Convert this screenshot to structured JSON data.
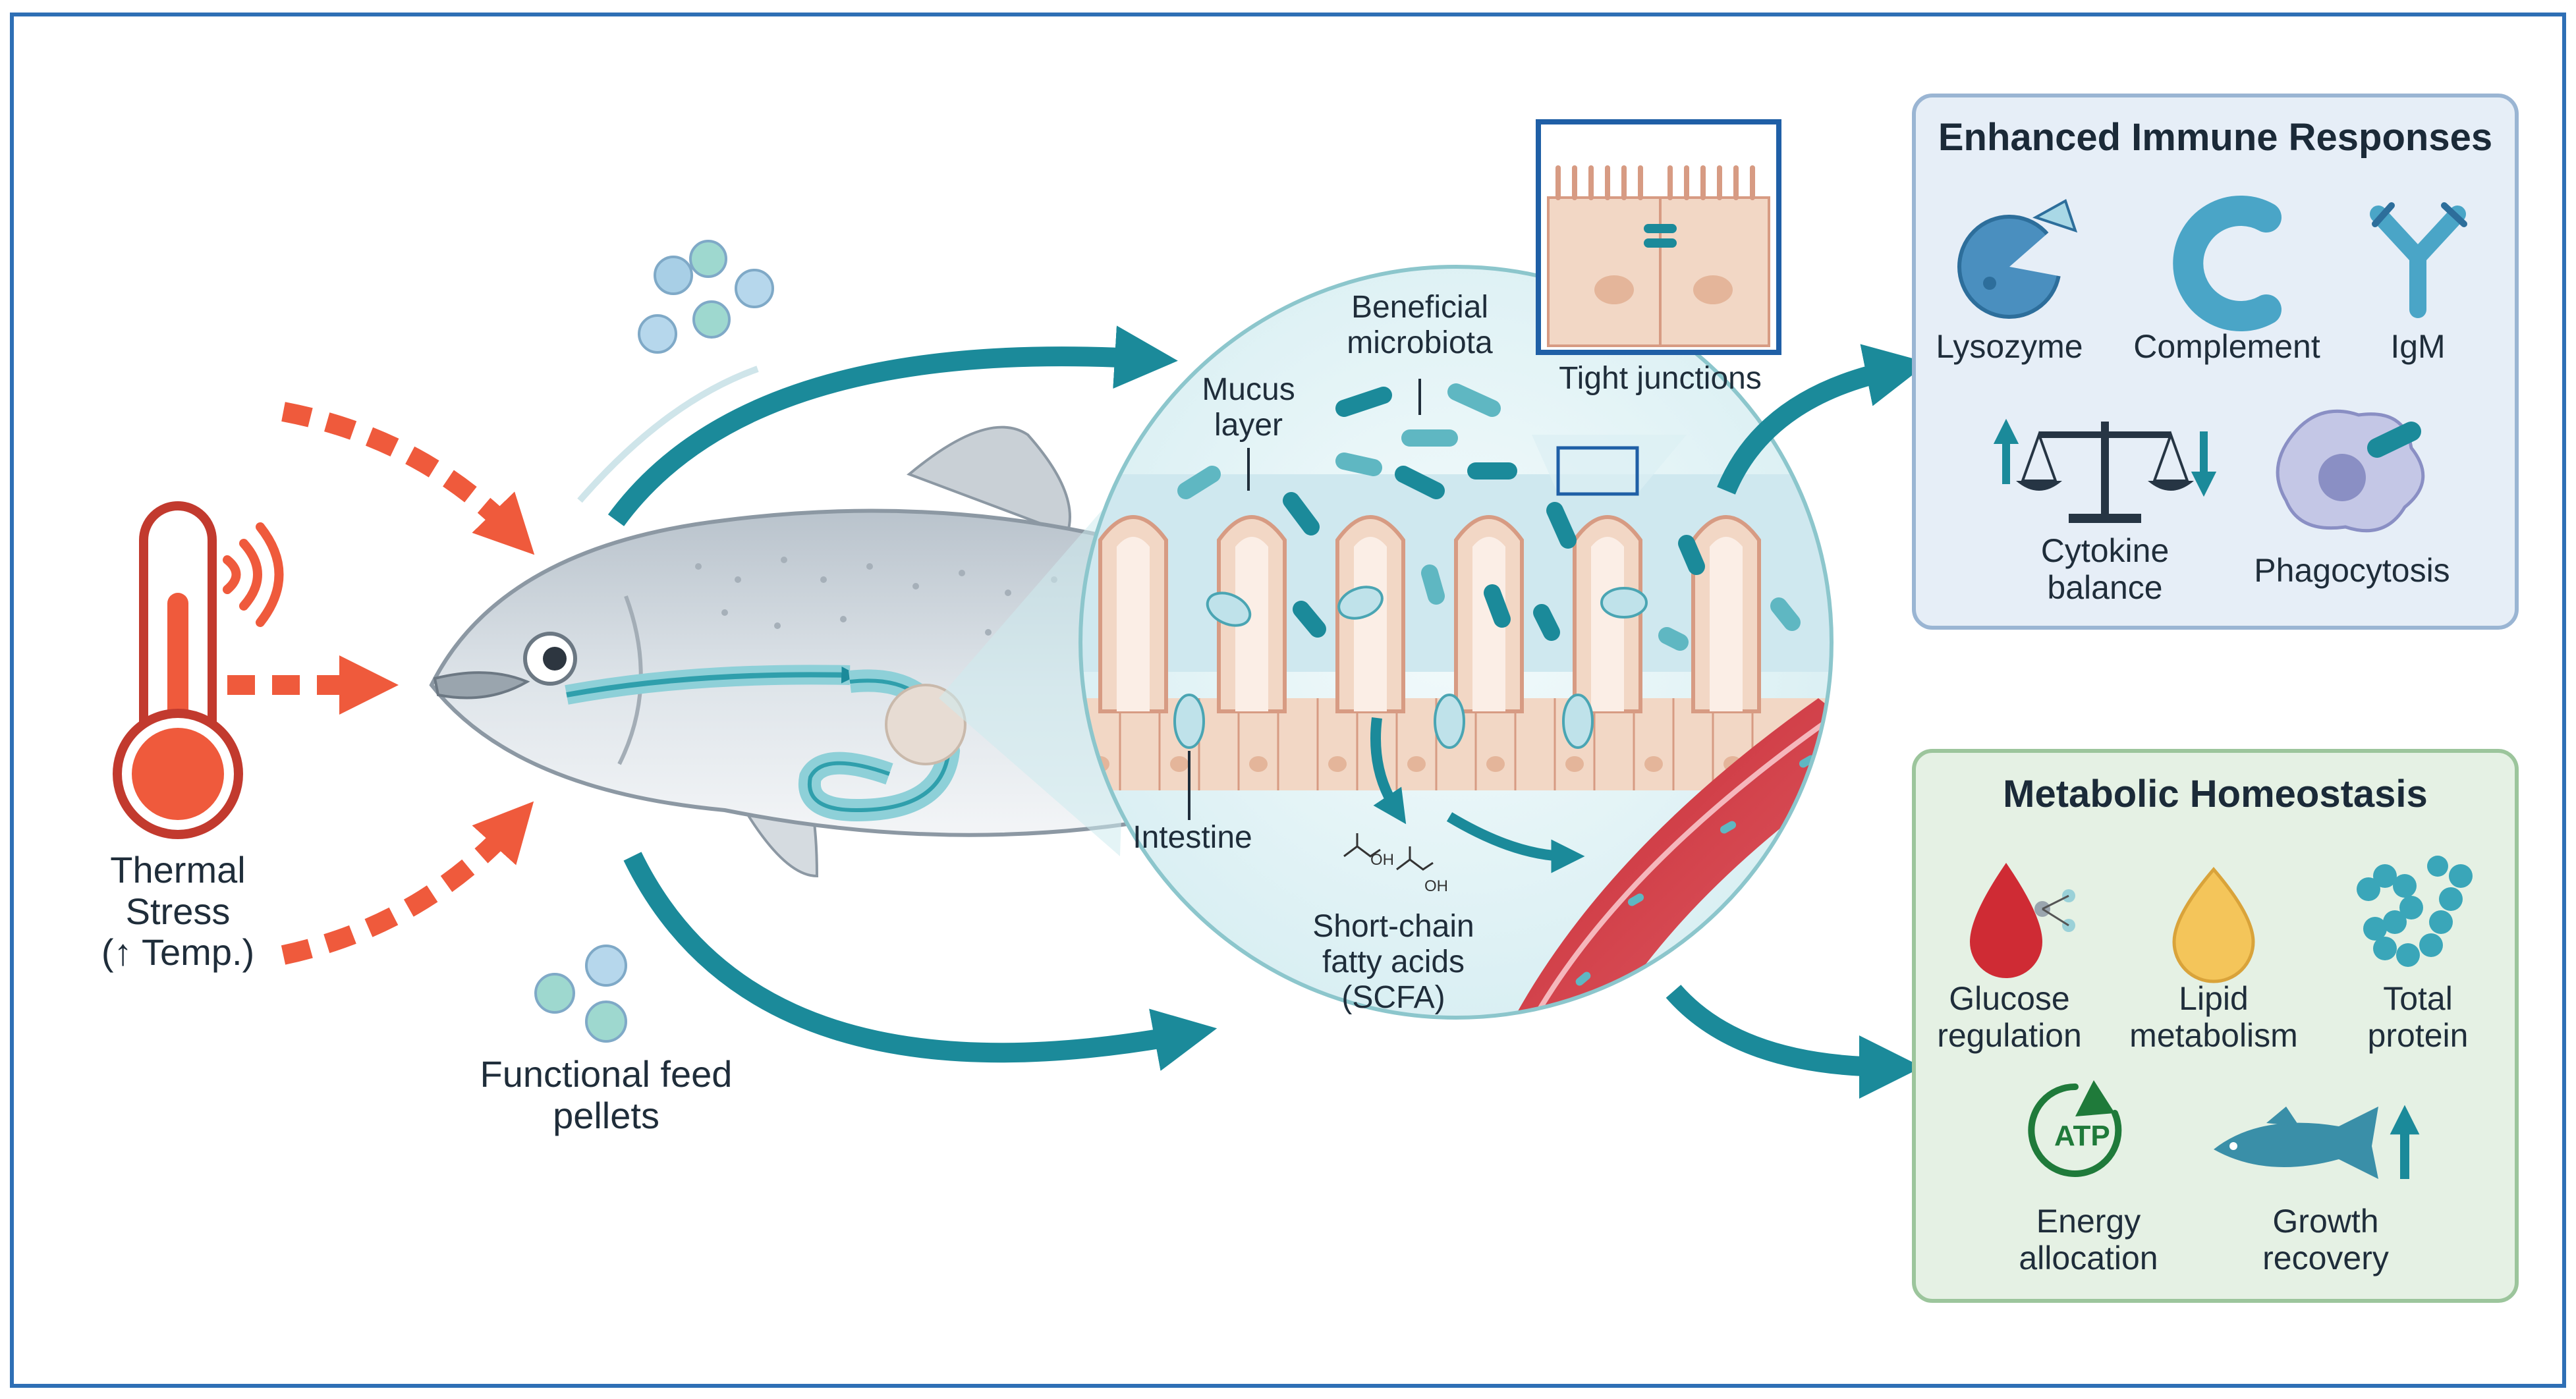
{
  "left": {
    "thermal_stress": "Thermal\nStress\n(↑ Temp.)",
    "feed_pellets": "Functional feed\npellets"
  },
  "intestine": {
    "beneficial_microbiota": "Beneficial\nmicrobiota",
    "mucus_layer": "Mucus\nlayer",
    "tight_junctions": "Tight junctions",
    "intestine": "Intestine",
    "scfa": "Short-chain\nfatty acids\n(SCFA)",
    "oh1": "OH",
    "oh2": "OH"
  },
  "immune_panel": {
    "title": "Enhanced Immune Responses",
    "items": [
      {
        "label": "Lysozyme",
        "icon": "lysozyme-icon"
      },
      {
        "label": "Complement",
        "icon": "complement-icon"
      },
      {
        "label": "IgM",
        "icon": "igm-antibody-icon"
      },
      {
        "label": "Cytokine\nbalance",
        "icon": "balance-scale-icon"
      },
      {
        "label": "Phagocytosis",
        "icon": "phagocyte-icon"
      }
    ]
  },
  "metabolic_panel": {
    "title": "Metabolic Homeostasis",
    "items": [
      {
        "label": "Glucose\nregulation",
        "icon": "blood-drop-icon"
      },
      {
        "label": "Lipid\nmetabolism",
        "icon": "lipid-drop-icon"
      },
      {
        "label": "Total\nprotein",
        "icon": "protein-chain-icon"
      },
      {
        "label": "Energy\nallocation",
        "icon": "atp-cycle-icon"
      },
      {
        "label": "Growth\nrecovery",
        "icon": "fish-growth-icon"
      }
    ],
    "atp": "ATP"
  },
  "colors": {
    "teal": "#1b8a9a",
    "heat": "#ef5a3c",
    "immune_bg": "#e6eef7",
    "metabolic_bg": "#e5f1e4",
    "frame": "#2e6fb5"
  }
}
